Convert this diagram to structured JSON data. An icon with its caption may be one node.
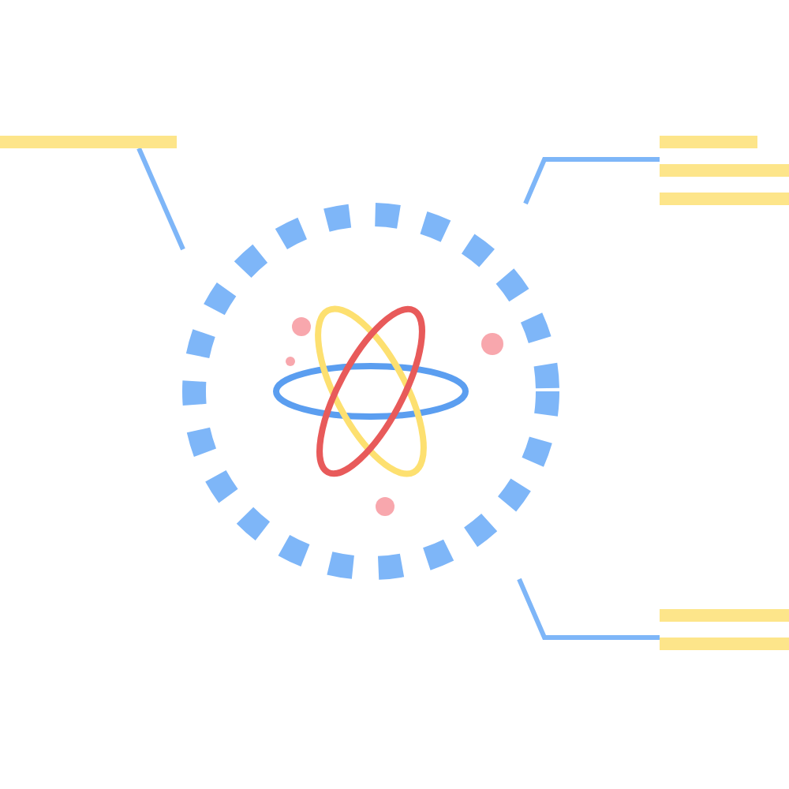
{
  "diagram": {
    "nodes": [
      {
        "text": [],
        "shape": "circle"
      },
      {
        "text": [],
        "shape": "bar"
      },
      {
        "text": [],
        "shape": "bar"
      },
      {
        "text": [],
        "shape": "bar"
      }
    ],
    "edges": [
      {
        "from": 1,
        "to": 0,
        "arrow": "none"
      },
      {
        "from": 2,
        "to": 0,
        "arrow": "none"
      },
      {
        "from": 3,
        "to": 0,
        "arrow": "none"
      }
    ]
  }
}
